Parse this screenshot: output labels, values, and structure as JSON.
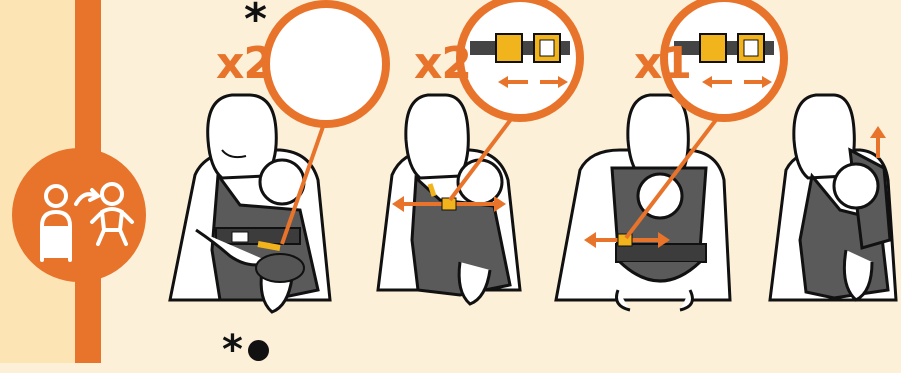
{
  "steps": [
    {
      "count": "x2",
      "icon": "side-buckle-detail-icon"
    },
    {
      "count": "x2",
      "icon": "waist-buckle-adjust-icon"
    },
    {
      "count": "x1",
      "icon": "waist-buckle-adjust-icon"
    },
    {
      "icon": "lift-baby-up-icon"
    }
  ],
  "footnote_marker": "*",
  "colors": {
    "accent": "#e8732a",
    "background": "#fcf0d9",
    "panel": "#fde4b4",
    "buckle": "#f2b41c",
    "carrier": "#5a5a5a"
  }
}
